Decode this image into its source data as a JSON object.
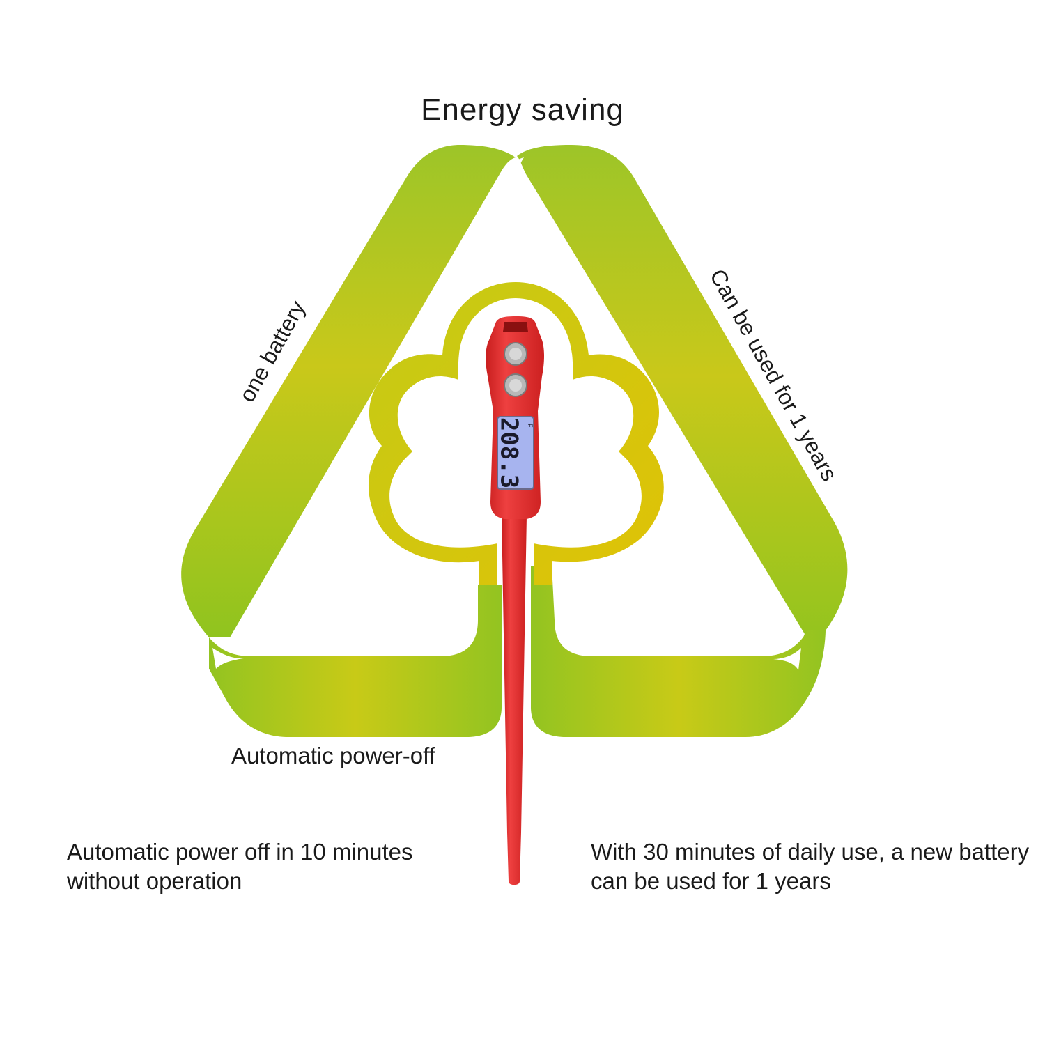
{
  "title": "Energy saving",
  "sides": {
    "left": "one battery",
    "right": "Can be used for  1  years",
    "bottom": "Automatic power-off"
  },
  "descriptions": {
    "left": "Automatic power off in 10 minutes without operation",
    "right": "With 30 minutes of daily use, a new battery can be used for 1 years"
  },
  "thermometer": {
    "display_value": "208.3",
    "unit": "F",
    "buttons": [
      "light-unit-button",
      "power-hold-button"
    ],
    "color": "#e63232"
  },
  "colors": {
    "ribbon_light": "#c8cc14",
    "ribbon_green": "#8cc31e",
    "tree_outline": "#d6c40a",
    "lcd": "#a7b4ef"
  }
}
